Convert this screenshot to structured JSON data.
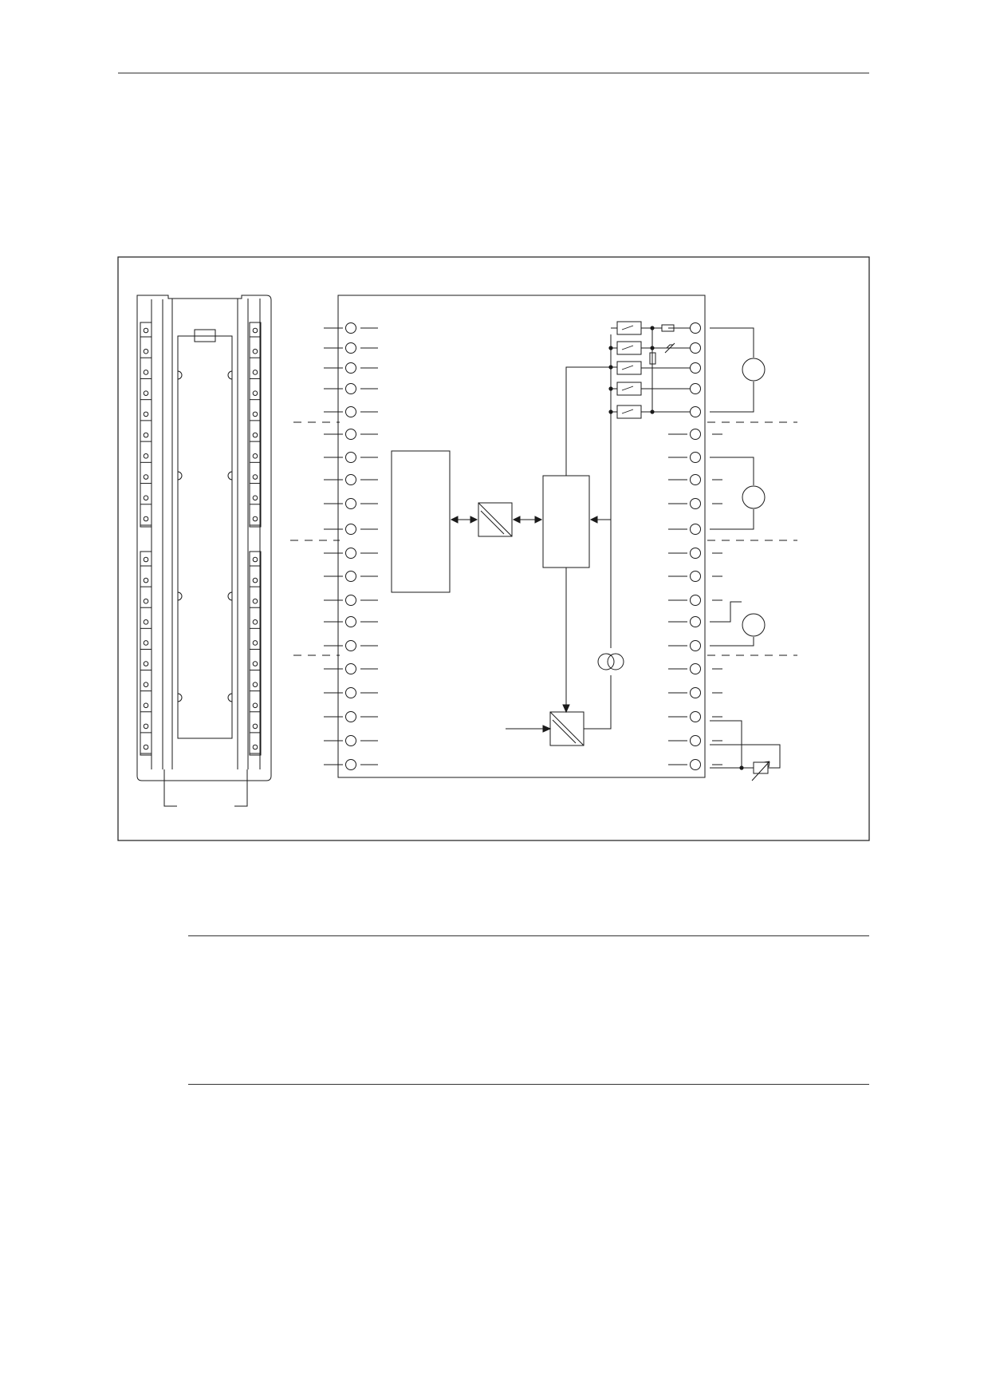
{
  "page": {
    "header_rule": true,
    "note_rules": 2
  },
  "diagram": {
    "left_module": {
      "terminal_rows_per_block": 10,
      "terminal_blocks": 2,
      "top_label": ""
    },
    "right_module": {
      "left_pins": 20,
      "right_pins": 20,
      "group_separators": 3
    },
    "colors": {
      "line": "#1a1a1a",
      "background": "#ffffff"
    },
    "icons": [
      "pin-circle",
      "converter-box",
      "current-source",
      "resistor",
      "switch-box",
      "potentiometer",
      "meter-circle"
    ]
  }
}
